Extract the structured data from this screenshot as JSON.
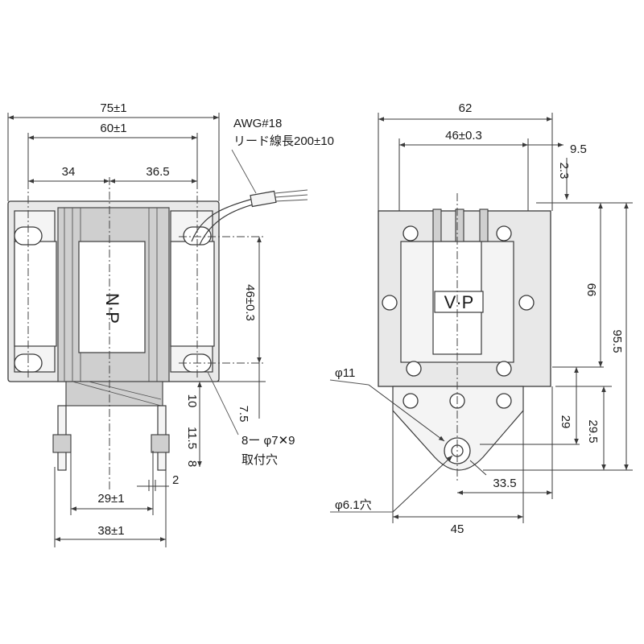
{
  "front_view": {
    "dims": {
      "overall_width": "75±1",
      "mount_width": "60±1",
      "left_offset": "34",
      "right_offset": "36.5",
      "mount_height": "46±0.3",
      "lower_10": "10",
      "lower_7_5": "7.5",
      "lower_11_5": "11.5",
      "lower_8": "8",
      "hole_spec": "8ー φ7✕9",
      "hole_note": "取付穴",
      "plunger_width": "29±1",
      "plunger_outer": "38±1",
      "plunger_thick": "2"
    },
    "wire": {
      "gauge": "AWG#18",
      "lead": "リード線長200±10"
    },
    "coil_label": "N·P"
  },
  "side_view": {
    "dims": {
      "overall_width": "62",
      "inner_width": "46±0.3",
      "right_offset": "9.5",
      "top_offset": "2.3",
      "height_66": "66",
      "height_95_5": "95.5",
      "v29": "29",
      "v29_5": "29.5",
      "h33_5": "33.5",
      "h45": "45",
      "phi11": "φ11",
      "phi6_1": "φ6.1穴"
    },
    "coil_label": "V·P"
  }
}
